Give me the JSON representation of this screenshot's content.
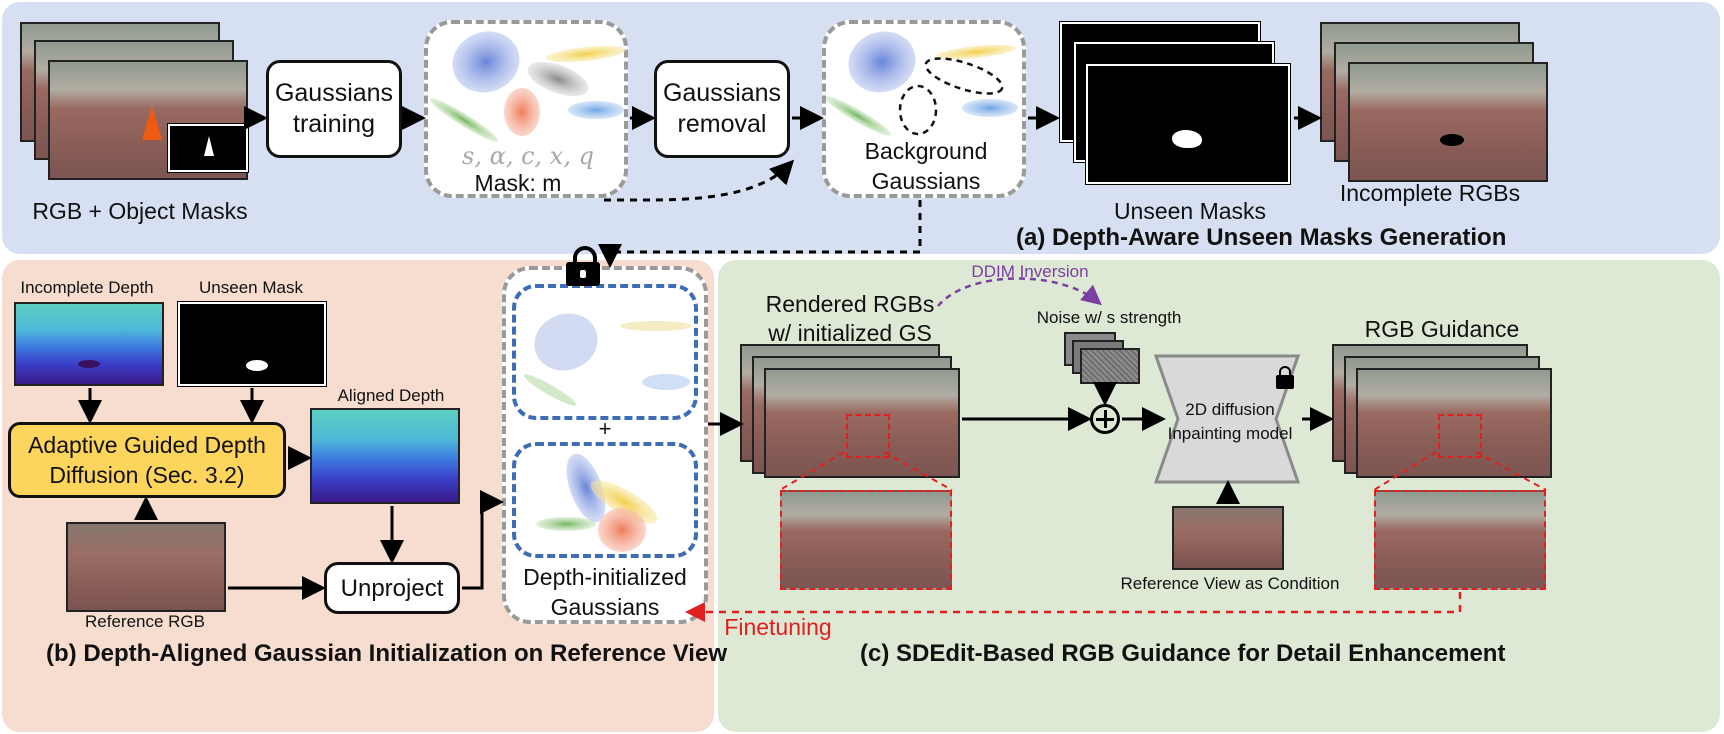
{
  "panels": {
    "a": {
      "caption": "(a) Depth-Aware Unseen Masks Generation",
      "color": "#d6e0f2"
    },
    "b": {
      "caption": "(b) Depth-Aligned Gaussian Initialization on Reference View",
      "color": "#f6ddd0"
    },
    "c": {
      "caption": "(c) SDEdit-Based RGB Guidance for Detail Enhancement",
      "color": "#dde9d4"
    }
  },
  "top_row": {
    "rgb_masks_label": "RGB + Object Masks",
    "gaussians_training": "Gaussians\ntraining",
    "params_label": "s, α, c, x, q",
    "mask_label": "Mask: m",
    "gaussians_removal": "Gaussians\nremoval",
    "background_gaussians": "Background\nGaussians",
    "unseen_masks": "Unseen Masks",
    "incomplete_rgbs": "Incomplete RGBs"
  },
  "panel_b": {
    "incomplete_depth": "Incomplete Depth",
    "unseen_mask": "Unseen Mask",
    "aligned_depth": "Aligned Depth",
    "adaptive_diffusion": "Adaptive Guided Depth\nDiffusion (Sec. 3.2)",
    "reference_rgb": "Reference RGB",
    "unproject": "Unproject",
    "plus": "+",
    "depth_initialized": "Depth-initialized\nGaussians"
  },
  "panel_c": {
    "ddim_inversion": "DDIM Inversion",
    "rendered_rgbs": "Rendered RGBs\nw/ initialized GS",
    "noise_strength": "Noise w/ s strength",
    "diffusion_model": "2D diffusion\nInpainting model",
    "rgb_guidance": "RGB Guidance",
    "reference_condition": "Reference View as Condition",
    "finetuning": "Finetuning"
  },
  "colors": {
    "accent_yellow": "#fdd55c",
    "dashed_blue": "#3d6db5",
    "ddim_purple": "#7a3fa0",
    "finetune_red": "#e02020",
    "zoom_red": "#e02020"
  },
  "icons": [
    "lock-icon",
    "arrow-icon",
    "plus-circle-icon"
  ]
}
